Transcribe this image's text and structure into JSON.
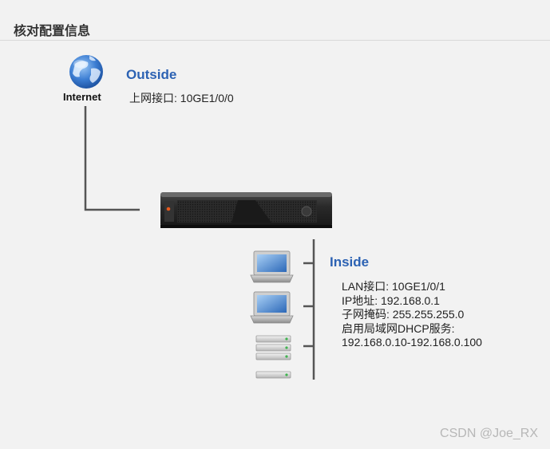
{
  "header": {
    "title": "核对配置信息"
  },
  "outside": {
    "icon_label": "Internet",
    "title": "Outside",
    "uplink": "上网接口: 10GE1/0/0"
  },
  "inside": {
    "title": "Inside",
    "lines": [
      "LAN接口: 10GE1/0/1",
      "IP地址: 192.168.0.1",
      "子网掩码: 255.255.255.0",
      "启用局域网DHCP服务:",
      "192.168.0.10-192.168.0.100"
    ]
  },
  "watermark": "CSDN @Joe_RX",
  "colors": {
    "accent": "#2c62b3",
    "line": "#555555",
    "background": "#f2f2f2"
  }
}
